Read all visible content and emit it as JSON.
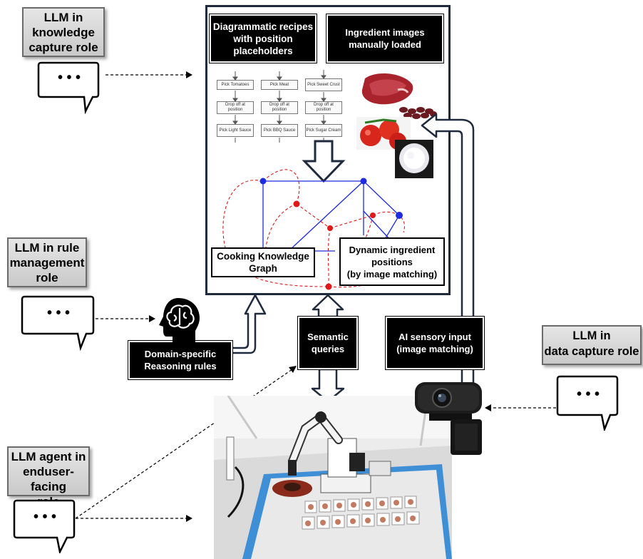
{
  "roles": {
    "knowledge_capture": "LLM in knowledge capture role",
    "rule_management": "LLM in rule management role",
    "data_capture": "LLM in data capture role",
    "enduser_facing": "LLM agent in enduser-facing role"
  },
  "role_lines": {
    "knowledge_capture": [
      "LLM in",
      "knowledge",
      "capture role"
    ],
    "rule_management": [
      "LLM in rule",
      "management",
      "role"
    ],
    "data_capture": [
      "LLM in",
      "data capture role"
    ],
    "enduser_facing": [
      "LLM agent in",
      "enduser-facing",
      "role"
    ]
  },
  "main_panel": {
    "recipes_box": [
      "Diagrammatic recipes",
      "with position",
      "placeholders"
    ],
    "images_box": [
      "Ingredient images",
      "manually loaded"
    ],
    "graph_label": [
      "Cooking Knowledge",
      "Graph"
    ],
    "dynamic_label": [
      "Dynamic ingredient",
      "positions",
      "(by image matching)"
    ]
  },
  "recipe_grid": {
    "columns": [
      [
        "Pick Tomatoes",
        "Drop off at position",
        "Pick Light Sauce"
      ],
      [
        "Pick Meat",
        "Drop off at position",
        "Pick BBQ Sauce"
      ],
      [
        "Pick Sweet Crust",
        "Drop off at position",
        "Pick Sugar Cream"
      ]
    ]
  },
  "bottom_boxes": {
    "reasoning": [
      "Domain-specific",
      "Reasoning rules"
    ],
    "semantic": [
      "Semantic",
      "queries"
    ],
    "sensory": [
      "AI sensory input",
      "(image matching)"
    ]
  },
  "speech_bubble_text": "• • •",
  "colors": {
    "blue_node": "#1f2be0",
    "red_node": "#e01818",
    "frame": "#1f2b3d",
    "arrow": "#1f2b3d"
  },
  "icons": [
    "brain-head-icon",
    "webcam-icon",
    "speech-bubble-icon"
  ]
}
